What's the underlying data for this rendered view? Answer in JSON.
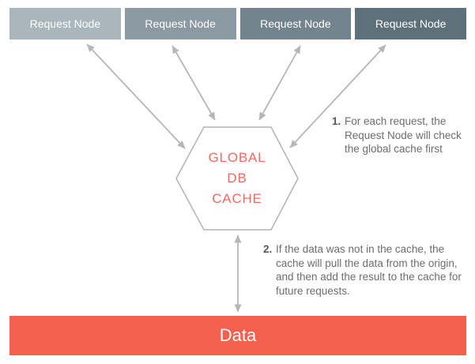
{
  "nodes": [
    {
      "label": "Request Node",
      "color": "#a9b6bc"
    },
    {
      "label": "Request Node",
      "color": "#8b9aa2"
    },
    {
      "label": "Request Node",
      "color": "#73848e"
    },
    {
      "label": "Request Node",
      "color": "#5e717b"
    }
  ],
  "cache": {
    "lines": [
      "GLOBAL",
      "DB",
      "CACHE"
    ],
    "text_color": "#f4695f",
    "border_color": "#b3b3b3",
    "fill_color": "#ffffff"
  },
  "data_bar": {
    "label": "Data",
    "color": "#f2604e",
    "text_color": "#ffffff"
  },
  "annotations": [
    {
      "number": "1.",
      "text": "For each request, the Request Node will check the global cache first"
    },
    {
      "number": "2.",
      "text": "If the data was not in the cache, the cache will pull the data from the origin, and then add the result to the cache for future requests."
    }
  ],
  "arrow_color": "#b6b6b6"
}
